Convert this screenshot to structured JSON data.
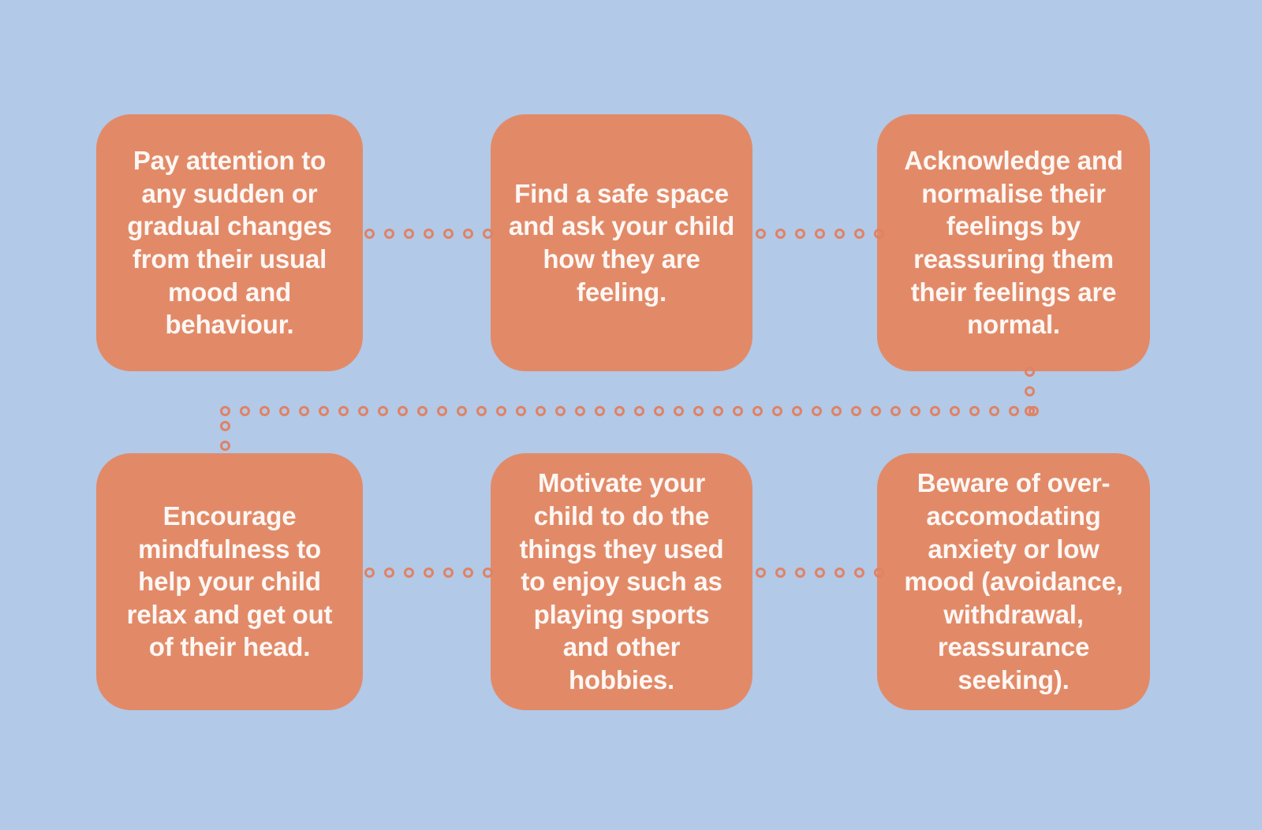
{
  "theme": {
    "background_color": "#b2c9e8",
    "card_color": "#e28a68",
    "text_color": "#fdf7f4",
    "connector_color": "#e08264"
  },
  "cards": [
    {
      "id": "pay-attention",
      "text": "Pay attention to\nany sudden or\ngradual changes\nfrom their usual\nmood and\nbehaviour."
    },
    {
      "id": "safe-space",
      "text": "Find a safe space\nand ask your child\nhow they are\nfeeling."
    },
    {
      "id": "acknowledge-normalise",
      "text": "Acknowledge and\nnormalise their\nfeelings by\nreassuring them\ntheir feelings are\nnormal."
    },
    {
      "id": "encourage-mindfulness",
      "text": "Encourage\nmindfulness to\nhelp your child\nrelax and get out\nof their head."
    },
    {
      "id": "motivate-hobbies",
      "text": "Motivate your\nchild to do the\nthings they used\nto enjoy such as\nplaying sports\nand other\nhobbies."
    },
    {
      "id": "beware-over-accomodating",
      "text": "Beware of over-\naccomodating\nanxiety or low\nmood (avoidance,\nwithdrawal,\nreassurance\nseeking)."
    }
  ],
  "connectors": {
    "top_left_to_middle": {
      "orientation": "horizontal",
      "dots": 7
    },
    "top_middle_to_right": {
      "orientation": "horizontal",
      "dots": 7
    },
    "bottom_left_to_middle": {
      "orientation": "horizontal",
      "dots": 7
    },
    "bottom_middle_to_right": {
      "orientation": "horizontal",
      "dots": 7
    },
    "right_card_down": {
      "orientation": "vertical",
      "dots": 3
    },
    "middle_spine": {
      "orientation": "horizontal",
      "dots": 42
    },
    "left_down_to_bottom": {
      "orientation": "vertical",
      "dots": 2
    }
  }
}
